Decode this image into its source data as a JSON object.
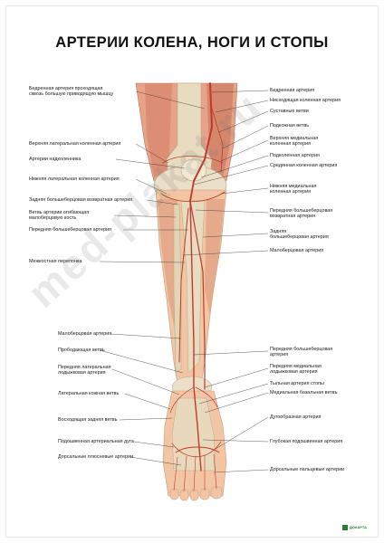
{
  "title": "АРТЕРИИ КОЛЕНА, НОГИ И СТОПЫ",
  "watermark": "med-plakat.ru",
  "colors": {
    "artery": "#c0392b",
    "bone": "#e8dcc0",
    "muscle": "#d98870",
    "skin": "#f2c6a4",
    "line": "#333333"
  },
  "labels_left": [
    "Бедренная артерия проходящая\nсквозь большую приводящую мышцу",
    "Верхняя латеральная коленная артерия",
    "Артерии надколенника",
    "Нижняя латеральная коленная артерия",
    "Задняя большеберцовая возвратная артерия",
    "Ветвь артерии огибающая\nмалоберцовую кость",
    "Передняя большеберцовая артерия",
    "Межкостная перепонка",
    "Малоберцовая артерия",
    "Прободающая ветвь",
    "Передняя латеральная\nлодыжковая артерия",
    "Латеральная кожная ветвь",
    "Восходящая задняя ветвь",
    "Подошвенная артериальная дуга",
    "Дорсальные плюсневые артерии"
  ],
  "labels_right": [
    "Бедренная артерия",
    "Нисходящая коленная артерия",
    "Суставные ветви",
    "Подкожная ветвь",
    "Верхняя медиальная\nколенная артерия",
    "Подколенная артерия",
    "Срединная коленная артерия",
    "Нижняя медиальная\nколенная артерия",
    "Передняя большеберцовая\nвозвратная артерия",
    "Задняя\nбольшеберцовая артерия",
    "Малоберцовая артерия",
    "Передняя большеберцовая\nартерия",
    "Передняя медиальная\nлодыжковая артерия",
    "Тыльная артерия стопы",
    "Медиальная базальная ветвь",
    "Дугообразная артерия",
    "Глубокая подошвенная артерия",
    "Дорсальные пальцевые артерии"
  ],
  "publisher": "ДОКАРТА"
}
